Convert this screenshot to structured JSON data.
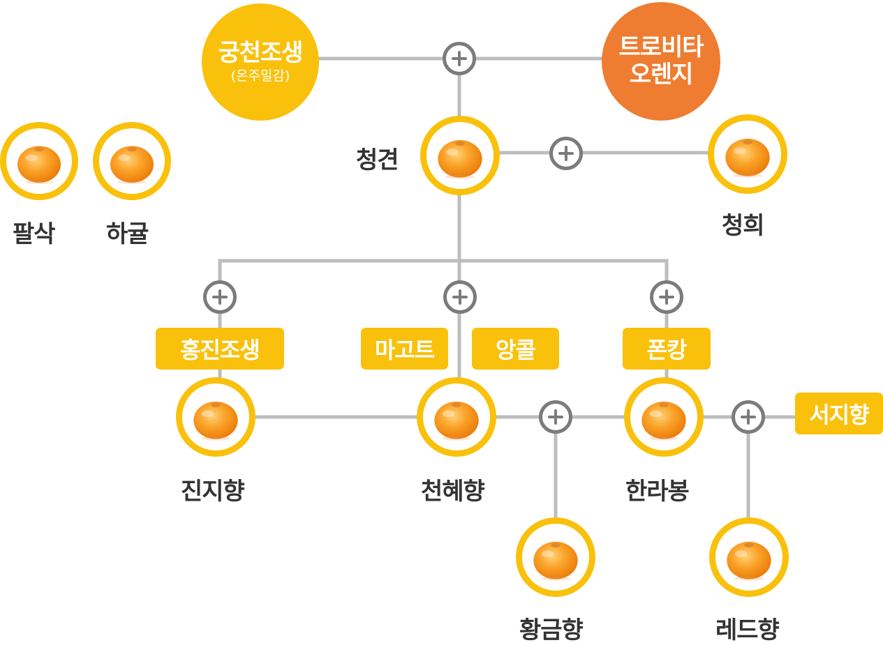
{
  "colors": {
    "line": "#bdbdbd",
    "plus": "#7b7b7b",
    "yellow": "#f9c10c",
    "orange": "#ee7d31",
    "text": "#333333"
  },
  "parents": {
    "gungcheon": {
      "name": "궁천조생",
      "sub": "(온주밀감)"
    },
    "trovita": {
      "name_line1": "트로비타",
      "name_line2": "오렌지"
    }
  },
  "varieties": {
    "palsak": "팔삭",
    "hagyul": "하귤",
    "cheonggyeon": "청견",
    "cheonghui": "청희",
    "jinjihyang": "진지향",
    "cheonhyehyang": "천혜향",
    "hallabong": "한라봉",
    "hwanggeumhyang": "황금향",
    "redhyang": "레드향"
  },
  "tags": {
    "hongjin": "홍진조생",
    "murcott": "마고트",
    "ankor": "앙콜",
    "ponkan": "폰캉",
    "seojihyang": "서지향"
  }
}
